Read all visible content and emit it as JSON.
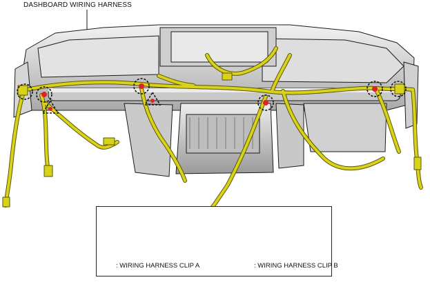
{
  "callout": {
    "label": "DASHBOARD WIRING HARNESS"
  },
  "legend": {
    "clip_a_text": ": WIRING HARNESS CLIP A",
    "clip_b_text": ": WIRING HARNESS CLIP B"
  },
  "colors": {
    "harness": "#d8d21a",
    "harness_dark": "#5a5600",
    "clip_red": "#e0202a",
    "panel_gray": "#d4d4d4",
    "outline": "#1a1a1a"
  },
  "icons": [
    "dashed-circle-icon",
    "dashed-triangle-icon"
  ]
}
